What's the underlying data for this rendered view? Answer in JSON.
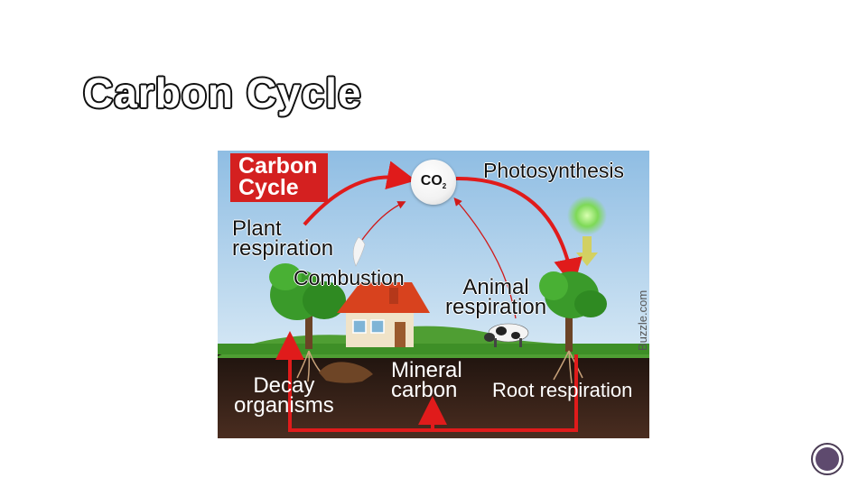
{
  "slide": {
    "title": "Carbon Cycle"
  },
  "diagram": {
    "badge": "Carbon\nCycle",
    "co2": "CO",
    "co2_sub": "2",
    "credit": "Buzzle.com",
    "labels": {
      "photosynthesis": "Photosynthesis",
      "plant_respiration": "Plant\nrespiration",
      "combustion": "Combustion",
      "animal_respiration": "Animal\nrespiration",
      "decay_organisms": "Decay\norganisms",
      "mineral_carbon": "Mineral\ncarbon",
      "root_respiration": "Root respiration"
    },
    "colors": {
      "sky": "#a9cbe8",
      "soil": "#2e1d16",
      "grass": "#3e8f27",
      "arrow_red": "#e01b1b",
      "badge_red": "#d42020"
    }
  }
}
